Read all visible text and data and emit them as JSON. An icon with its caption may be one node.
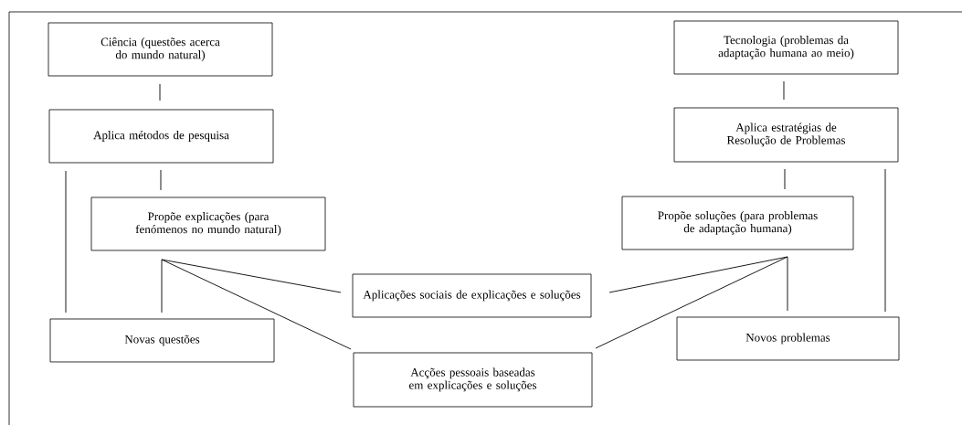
{
  "diagram": {
    "nodes": [
      {
        "text": [
          "Ciência (questões acerca do mundo natural)"
        ]
      },
      {
        "text": [
          "Tecnologia (problemas da adaptação humana ao meio)"
        ]
      },
      {
        "text": [
          "Aplica métodos de pesquisa"
        ]
      },
      {
        "text": [
          "Aplica estratégias de Resolução de Problemas"
        ]
      },
      {
        "text": [
          "Propõe explicações (para fenómenos no mundo natural)"
        ]
      },
      {
        "text": [
          "Propõe soluções (para problemas de adaptação humana)"
        ]
      },
      {
        "text": [
          "Aplicações sociais de explicações e soluções"
        ]
      },
      {
        "text": [
          "Novas questões"
        ]
      },
      {
        "text": [
          "Novos problemas"
        ]
      },
      {
        "text": [
          "Acções pessoais baseadas em explicações e soluções"
        ]
      }
    ],
    "edges": [
      {
        "from": 0,
        "to": 2,
        "arrow": "none"
      },
      {
        "from": 2,
        "to": 4,
        "arrow": "none"
      },
      {
        "from": 2,
        "to": 7,
        "arrow": "none"
      },
      {
        "from": 4,
        "to": 7,
        "arrow": "none"
      },
      {
        "from": 4,
        "to": 6,
        "arrow": "none"
      },
      {
        "from": 4,
        "to": 9,
        "arrow": "none"
      },
      {
        "from": 1,
        "to": 3,
        "arrow": "none"
      },
      {
        "from": 3,
        "to": 5,
        "arrow": "none"
      },
      {
        "from": 3,
        "to": 8,
        "arrow": "none"
      },
      {
        "from": 5,
        "to": 8,
        "arrow": "none"
      },
      {
        "from": 5,
        "to": 6,
        "arrow": "none"
      },
      {
        "from": 5,
        "to": 9,
        "arrow": "none"
      }
    ]
  }
}
